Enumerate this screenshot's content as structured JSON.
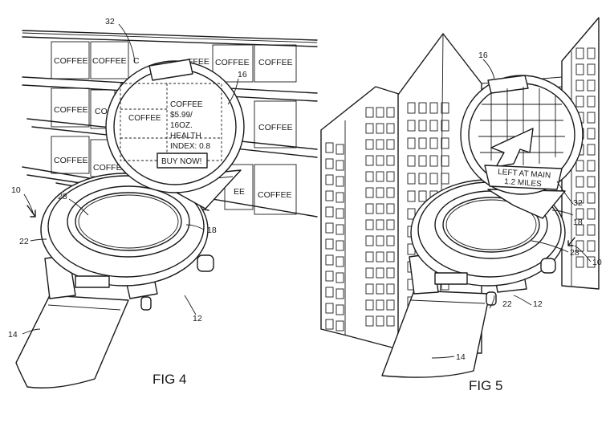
{
  "fig4": {
    "caption": "FIG 4",
    "shelf_labels": [
      "COFFEE",
      "COFFEE",
      "C",
      "FFEE",
      "COFFEE",
      "COFFEE",
      "COFFEE",
      "CO",
      "COFFEE",
      "COFFEE",
      "COFFEE",
      "EE",
      "COFFEE"
    ],
    "overlay_product": "COFFEE",
    "overlay_lines": [
      "COFFEE",
      "$5.99/",
      "16OZ.",
      "HEALTH",
      "INDEX: 0.8"
    ],
    "buy_button": "BUY NOW!",
    "ref_numbers": {
      "overlay": "32",
      "display": "16",
      "watch": "10",
      "face": "28",
      "case": "22",
      "hinge": "18",
      "band": "14",
      "crown": "12"
    }
  },
  "fig5": {
    "caption": "FIG 5",
    "direction_lines": [
      "LEFT AT MAIN",
      "1.2 MILES"
    ],
    "ref_numbers": {
      "display": "16",
      "overlay": "32",
      "hinge": "18",
      "face": "28",
      "watch": "10",
      "case": "22",
      "crown": "12",
      "band": "14"
    }
  }
}
